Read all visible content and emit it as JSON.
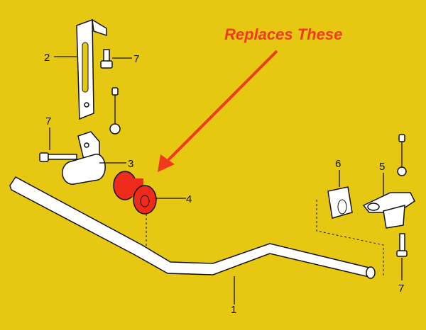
{
  "callout": {
    "text": "Replaces These",
    "color": "#f03a1e"
  },
  "background_color": "#e6c812",
  "labels": {
    "sway_bar": "1",
    "bracket": "2",
    "clamp": "3",
    "bushing": "4",
    "mount": "5",
    "end_bushing": "6",
    "bolt_top": "7",
    "bolt_left": "7",
    "bolt_right": "7"
  }
}
